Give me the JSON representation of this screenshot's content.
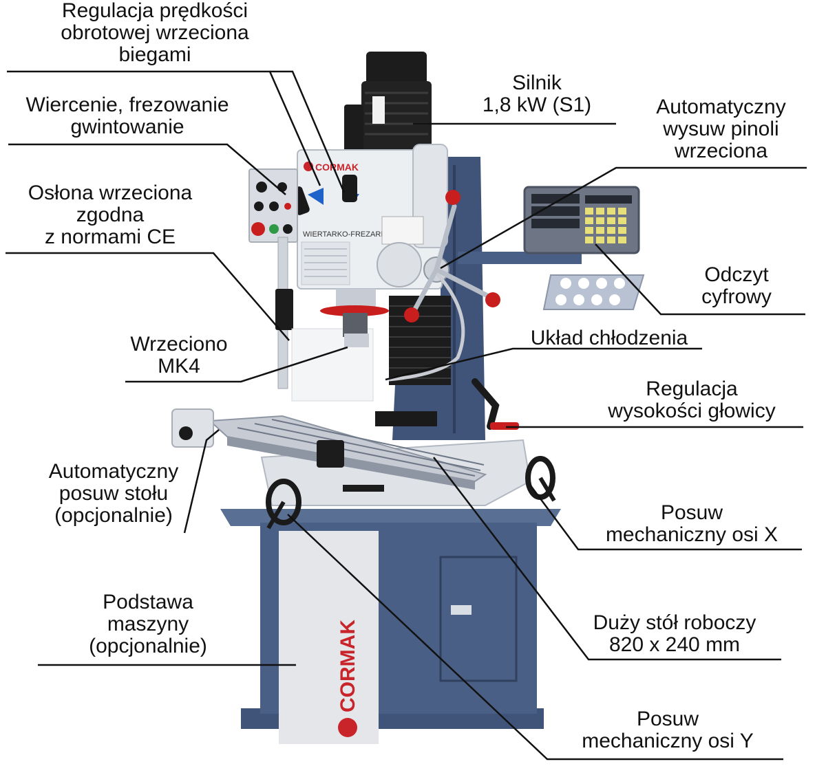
{
  "brand": {
    "logo_text": "CORMAK",
    "machine_plate": "WIERTARKO-FREZARKA"
  },
  "colors": {
    "column_blue": "#3f5478",
    "stand_blue": "#4a5f85",
    "accent_blue": "#1f62c9",
    "handle_red": "#c81e1e",
    "logo_red": "#c8242a",
    "keypad_yellow": "#e7e07a",
    "leader": "#111111"
  },
  "callouts": [
    {
      "id": "speed",
      "lines": [
        "Regulacja prędkości",
        "obrotowej wrzeciona",
        "biegami"
      ]
    },
    {
      "id": "drill",
      "lines": [
        "Wiercenie, frezowanie",
        "gwintowanie"
      ]
    },
    {
      "id": "guard",
      "lines": [
        "Osłona wrzeciona",
        "zgodna",
        "z normami CE"
      ]
    },
    {
      "id": "spindle",
      "lines": [
        "Wrzeciono",
        "MK4"
      ]
    },
    {
      "id": "autofeed",
      "lines": [
        "Automatyczny",
        "posuw stołu",
        "(opcjonalnie)"
      ]
    },
    {
      "id": "base",
      "lines": [
        "Podstawa",
        "maszyny",
        "(opcjonalnie)"
      ]
    },
    {
      "id": "motor",
      "lines": [
        "Silnik",
        "1,8 kW (S1)"
      ]
    },
    {
      "id": "quill",
      "lines": [
        "Automatyczny",
        "wysuw pinoli",
        "wrzeciona"
      ]
    },
    {
      "id": "dro",
      "lines": [
        "Odczyt",
        "cyfrowy"
      ]
    },
    {
      "id": "coolant",
      "lines": [
        "Układ chłodzenia"
      ]
    },
    {
      "id": "height",
      "lines": [
        "Regulacja",
        "wysokości głowicy"
      ]
    },
    {
      "id": "xfeed",
      "lines": [
        "Posuw",
        "mechaniczny osi X"
      ]
    },
    {
      "id": "table",
      "lines": [
        "Duży stół roboczy",
        "820 x 240 mm"
      ]
    },
    {
      "id": "yfeed",
      "lines": [
        "Posuw",
        "mechaniczny osi Y"
      ]
    }
  ]
}
